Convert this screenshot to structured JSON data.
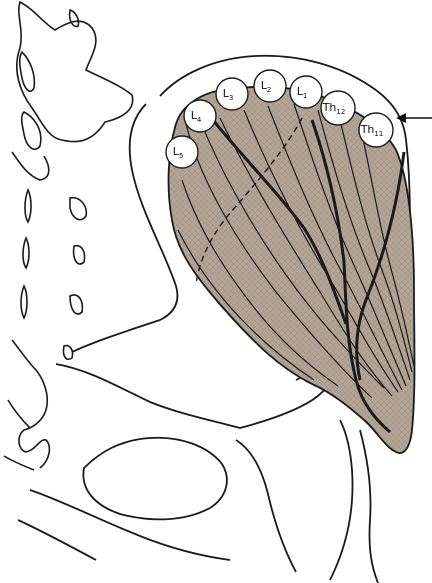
{
  "colors": {
    "muscle_fill": "#b3a596",
    "muscle_texture": "#2a2622",
    "outline": "#1a1a1a",
    "background": "#ffffff"
  },
  "nerve_labels": [
    {
      "main": "L",
      "sub": "5"
    },
    {
      "main": "L",
      "sub": "4"
    },
    {
      "main": "L",
      "sub": "3"
    },
    {
      "main": "L",
      "sub": "2"
    },
    {
      "main": "L",
      "sub": "1"
    },
    {
      "main": "Th",
      "sub": "12"
    },
    {
      "main": "Th",
      "sub": "11"
    }
  ],
  "icons": {
    "arrow": "left-arrow-icon"
  }
}
